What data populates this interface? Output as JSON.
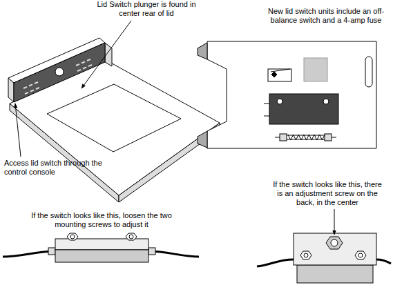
{
  "diagram": {
    "labels": [
      "Lid Switch plunger is found in center rear of lid",
      "New lid switch units include an off-balance switch and a 4-amp fuse",
      "Access lid switch through the control console",
      "If the switch looks like this, there is an adjustment screw on the back, in the center",
      "If the switch looks like this, loosen the two mounting screws to adjust it"
    ]
  }
}
